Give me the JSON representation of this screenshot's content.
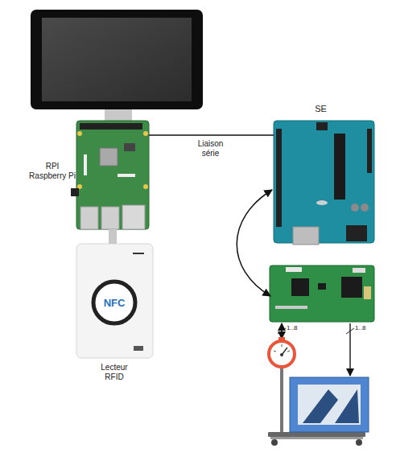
{
  "diagram": {
    "nodes": [
      {
        "text": [
          "RPI",
          "Raspberry Pi"
        ]
      },
      {
        "text": [
          "Lecteur RFID"
        ]
      },
      {
        "text": [
          "SE"
        ]
      }
    ],
    "edges": [
      {
        "from": 0,
        "to": 2,
        "arrow": "none",
        "label": "Liaison série"
      },
      {
        "from": 0,
        "to": 1,
        "arrow": "none"
      }
    ],
    "labels": [
      "NFC",
      "1..8",
      "1..8"
    ]
  }
}
